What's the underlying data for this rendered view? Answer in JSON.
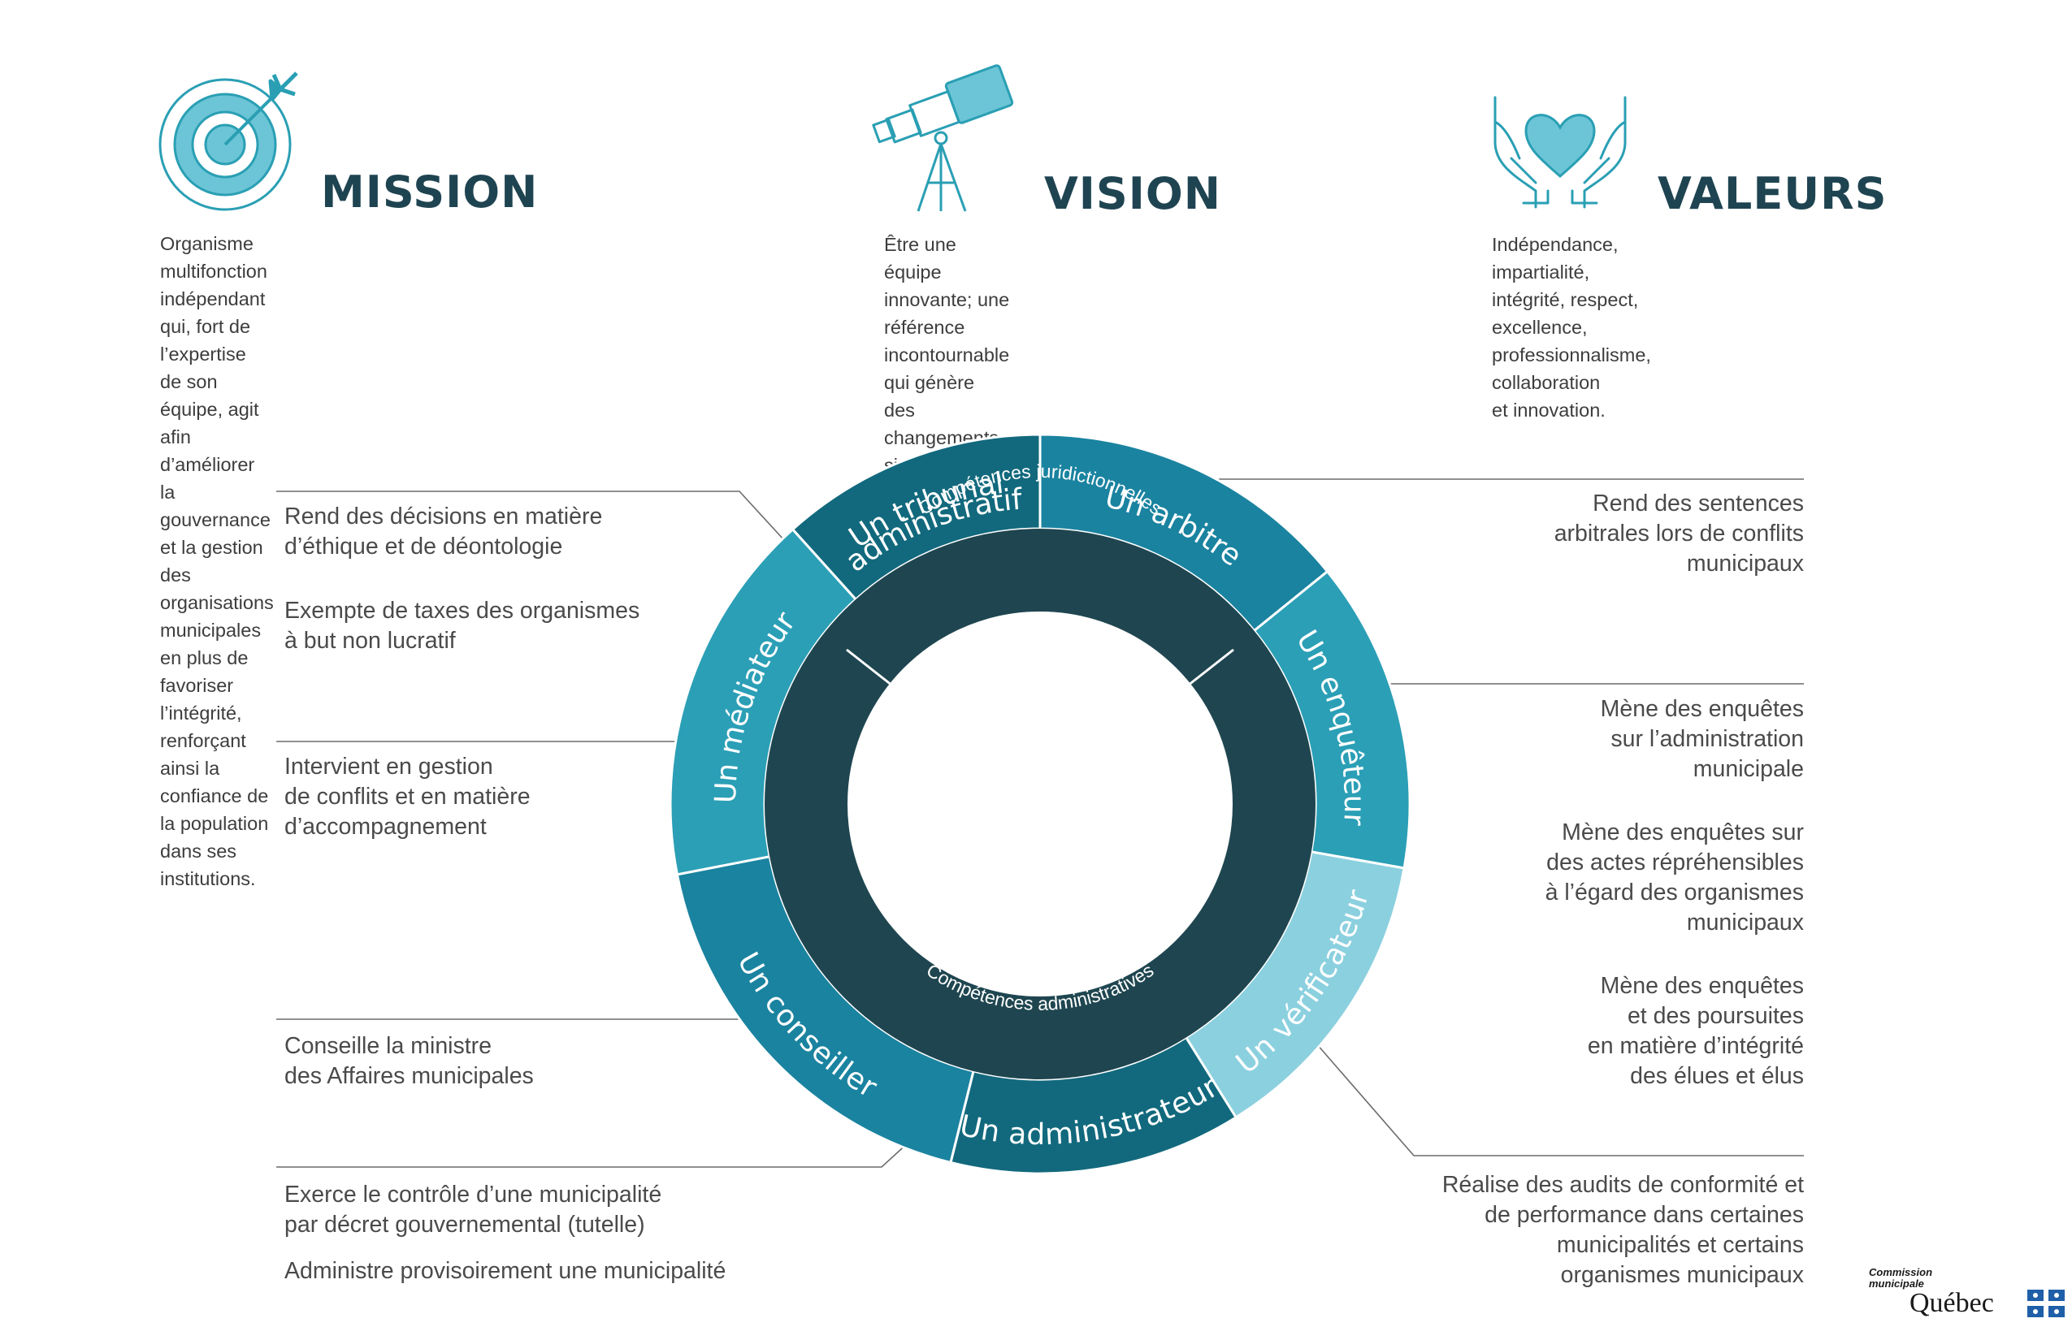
{
  "colors": {
    "heading": "#1f4451",
    "dark_ring": "#1f4650",
    "teal_dark": "#12697d",
    "teal_mid": "#1a83a0",
    "teal_light": "#2b9fb6",
    "teal_pale": "#8bd0df",
    "icon_stroke": "#2a9fb4",
    "icon_fill": "#6cc5d6"
  },
  "mission": {
    "icon": "target-arrow-icon",
    "title": "MISSION",
    "text": "Organisme multifonction indépendant qui, fort de l’expertise\nde son équipe, agit afin d’améliorer la gouvernance et la gestion\ndes organisations municipales en plus de favoriser l’intégrité,\nrenforçant ainsi la confiance de la population dans ses institutions."
  },
  "vision": {
    "icon": "telescope-icon",
    "title": "VISION",
    "text": "Être une équipe innovante; une référence\nincontournable qui génère des changements\nsignificatifs et durables dans un milieu\nmunicipal en évolution."
  },
  "valeurs": {
    "icon": "heart-hands-icon",
    "title": "VALEURS",
    "text": "Indépendance, impartialité, intégrité, respect,\nexcellence, professionnalisme, collaboration\net innovation."
  },
  "wheel": {
    "inner_labels": {
      "top": "Compétences juridictionnelles",
      "bottom": "Compétences administratives"
    },
    "segments": [
      {
        "id": "tribunal",
        "lines": [
          "Un tribunal",
          "administratif"
        ]
      },
      {
        "id": "arbitre",
        "lines": [
          "Un arbitre"
        ]
      },
      {
        "id": "enqueteur",
        "lines": [
          "Un enquêteur"
        ]
      },
      {
        "id": "verificateur",
        "lines": [
          "Un vérificateur"
        ]
      },
      {
        "id": "administrateur",
        "lines": [
          "Un administrateur"
        ]
      },
      {
        "id": "conseiller",
        "lines": [
          "Un conseiller"
        ]
      },
      {
        "id": "mediateur",
        "lines": [
          "Un médiateur"
        ]
      }
    ]
  },
  "descriptions": {
    "tribunal": [
      "Rend des décisions en matière\nd’éthique et de déontologie",
      "Exempte de taxes des organismes\nà but non lucratif"
    ],
    "mediateur": "Intervient en gestion\nde conflits et en matière\nd’accompagnement",
    "conseiller": "Conseille la ministre\ndes Affaires municipales",
    "administrateur": [
      "Exerce le contrôle d’une municipalité\npar décret gouvernemental (tutelle)",
      "Administre provisoirement une municipalité"
    ],
    "arbitre": "Rend des sentences\narbitrales lors de conflits\nmunicipaux",
    "enqueteur": [
      "Mène des enquêtes\nsur l’administration\nmunicipale",
      "Mène des enquêtes sur\ndes actes répréhensibles\nà l’égard des organismes\nmunicipaux",
      "Mène des enquêtes\net des poursuites\nen matière d’intégrité\ndes élues et élus"
    ],
    "verificateur": "Réalise des audits de conformité et\nde performance dans certaines\nmunicipalités et certains\norganismes municipaux"
  },
  "logo": {
    "line1": "Commission\nmunicipale",
    "line2": "Québec",
    "flag_icon": "fleur-de-lis-flag-icon"
  }
}
